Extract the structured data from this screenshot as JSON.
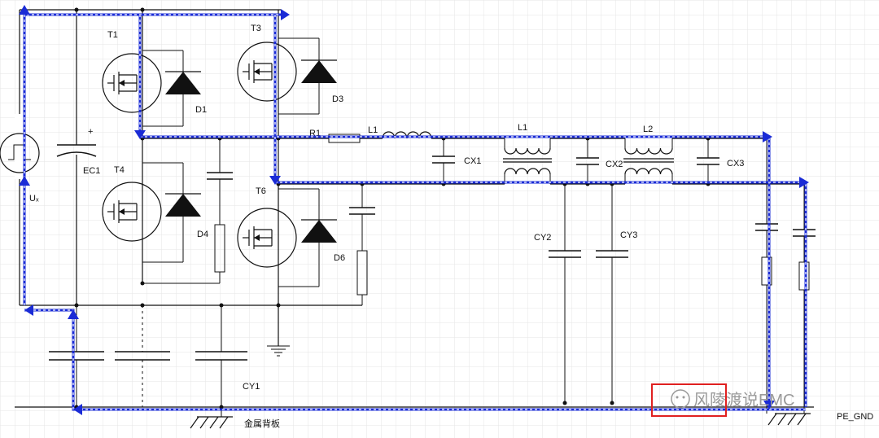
{
  "diagram": {
    "components": {
      "source": "Uₓ",
      "ec1": "EC1",
      "t1": "T1",
      "t3": "T3",
      "t4": "T4",
      "t6": "T6",
      "d1": "D1",
      "d3": "D3",
      "d4": "D4",
      "d6": "D6",
      "r1": "R1",
      "l1a": "L1",
      "l1b": "L1",
      "l2": "L2",
      "cx1": "CX1",
      "cx2": "CX2",
      "cx3": "CX3",
      "cy1": "CY1",
      "cy2": "CY2",
      "cy3": "CY3",
      "plus": "+"
    },
    "labels": {
      "metal_plate": "金属背板",
      "pe_gnd": "PE_GND"
    },
    "watermark": "风陵渡说EMC",
    "colors": {
      "wire": "#111111",
      "path": "#1a2bd6",
      "highlight": "#e02020",
      "grid": "#e6e6e6"
    }
  }
}
